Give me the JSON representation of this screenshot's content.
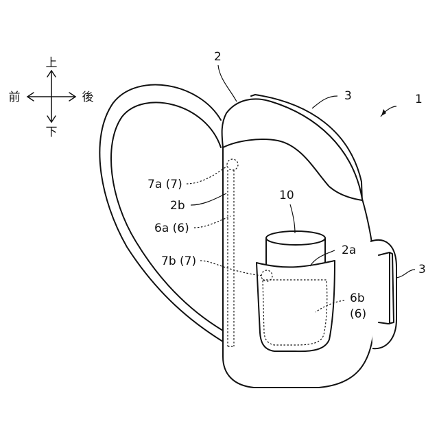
{
  "compass": {
    "up": "上",
    "down": "下",
    "front": "前",
    "back": "後"
  },
  "labels": {
    "backpack": "1",
    "body": "2",
    "side_opening": "2a",
    "side_edge": "2b",
    "strap_top": "3",
    "strap_side": "3",
    "bottle": "10",
    "zipper_front": "7a (7)",
    "zipper_back": "7b (7)",
    "fastener_a": "6a (6)",
    "fastener_b_line1": "6b",
    "fastener_b_line2": "(6)"
  }
}
